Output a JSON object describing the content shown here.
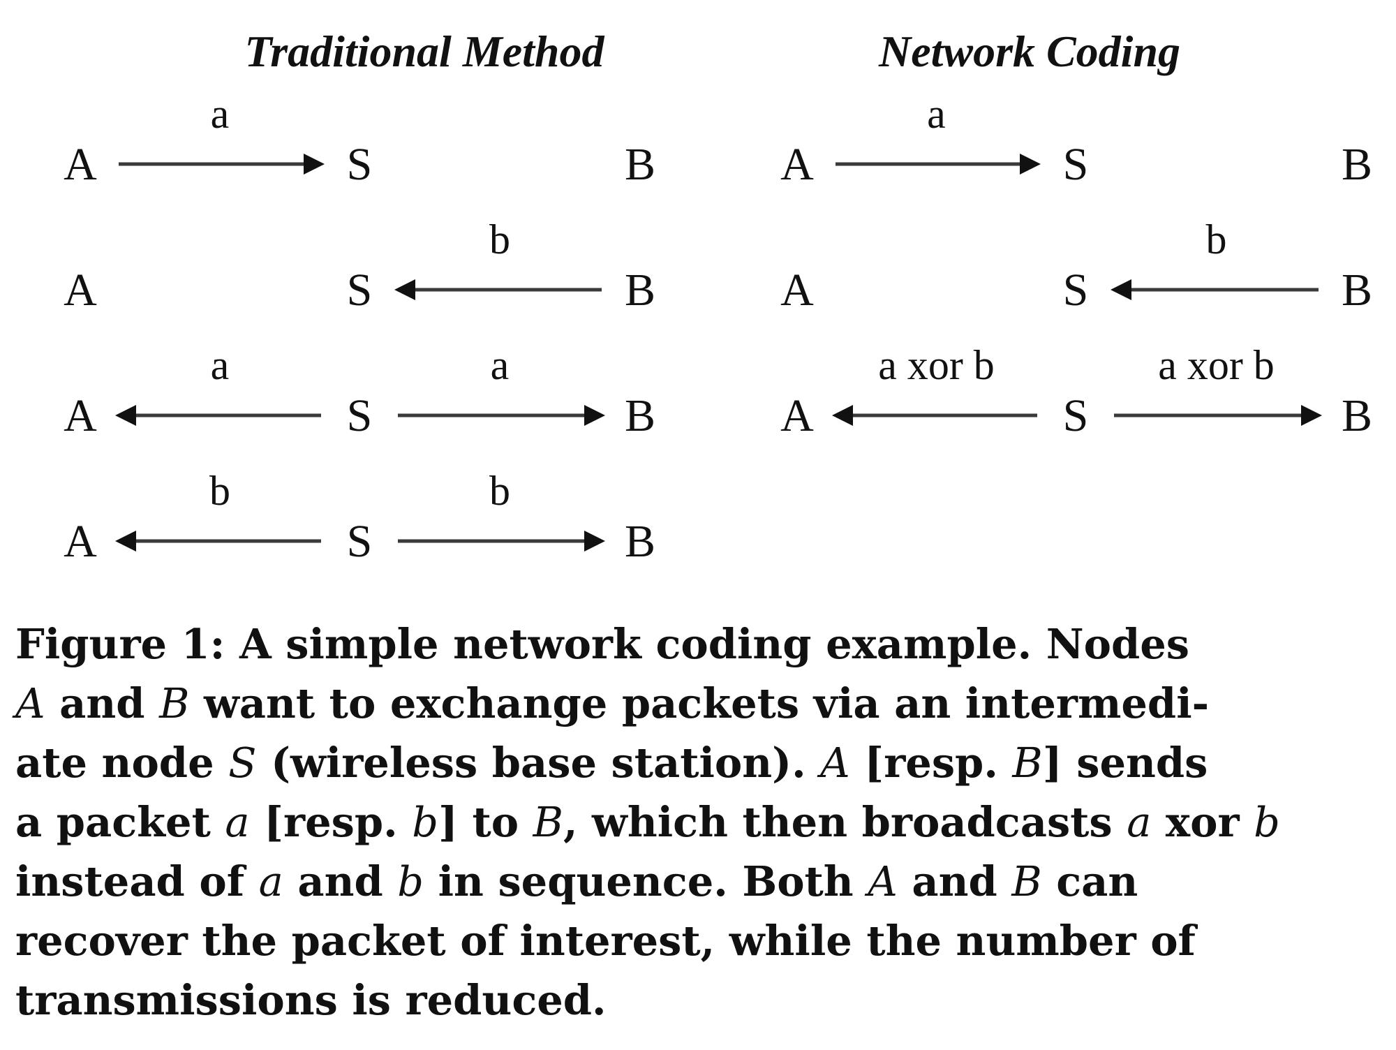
{
  "figure": {
    "panels": [
      {
        "title": "Traditional Method",
        "rows": [
          {
            "left": "A",
            "center": "S",
            "right": "B",
            "edges": [
              {
                "from": "A",
                "to": "S",
                "label": "a"
              }
            ]
          },
          {
            "left": "A",
            "center": "S",
            "right": "B",
            "edges": [
              {
                "from": "B",
                "to": "S",
                "label": "b"
              }
            ]
          },
          {
            "left": "A",
            "center": "S",
            "right": "B",
            "edges": [
              {
                "from": "S",
                "to": "A",
                "label": "a"
              },
              {
                "from": "S",
                "to": "B",
                "label": "a"
              }
            ]
          },
          {
            "left": "A",
            "center": "S",
            "right": "B",
            "edges": [
              {
                "from": "S",
                "to": "A",
                "label": "b"
              },
              {
                "from": "S",
                "to": "B",
                "label": "b"
              }
            ]
          }
        ]
      },
      {
        "title": "Network Coding",
        "rows": [
          {
            "left": "A",
            "center": "S",
            "right": "B",
            "edges": [
              {
                "from": "A",
                "to": "S",
                "label": "a"
              }
            ]
          },
          {
            "left": "A",
            "center": "S",
            "right": "B",
            "edges": [
              {
                "from": "B",
                "to": "S",
                "label": "b"
              }
            ]
          },
          {
            "left": "A",
            "center": "S",
            "right": "B",
            "edges": [
              {
                "from": "S",
                "to": "A",
                "label": "a xor b"
              },
              {
                "from": "S",
                "to": "B",
                "label": "a xor b"
              }
            ]
          }
        ]
      }
    ]
  },
  "caption": {
    "lines": [
      [
        {
          "t": "Figure 1: A simple network coding example. Nodes"
        }
      ],
      [
        {
          "t": "A",
          "i": true
        },
        {
          "t": " and "
        },
        {
          "t": "B",
          "i": true
        },
        {
          "t": " want to exchange packets via an intermedi-"
        }
      ],
      [
        {
          "t": "ate node "
        },
        {
          "t": "S",
          "i": true
        },
        {
          "t": " (wireless base station). "
        },
        {
          "t": "A",
          "i": true
        },
        {
          "t": " [resp. "
        },
        {
          "t": "B",
          "i": true
        },
        {
          "t": "] sends"
        }
      ],
      [
        {
          "t": "a packet "
        },
        {
          "t": "a",
          "i": true
        },
        {
          "t": " [resp. "
        },
        {
          "t": "b",
          "i": true
        },
        {
          "t": "] to "
        },
        {
          "t": "B",
          "i": true
        },
        {
          "t": ", which then broadcasts "
        },
        {
          "t": "a",
          "i": true
        },
        {
          "t": " xor "
        },
        {
          "t": "b",
          "i": true
        }
      ],
      [
        {
          "t": "instead of "
        },
        {
          "t": "a",
          "i": true
        },
        {
          "t": " and "
        },
        {
          "t": "b",
          "i": true
        },
        {
          "t": " in sequence. Both "
        },
        {
          "t": "A",
          "i": true
        },
        {
          "t": " and "
        },
        {
          "t": "B",
          "i": true
        },
        {
          "t": " can"
        }
      ],
      [
        {
          "t": "recover the packet of interest, while the number of"
        }
      ],
      [
        {
          "t": "transmissions is reduced."
        }
      ]
    ]
  }
}
